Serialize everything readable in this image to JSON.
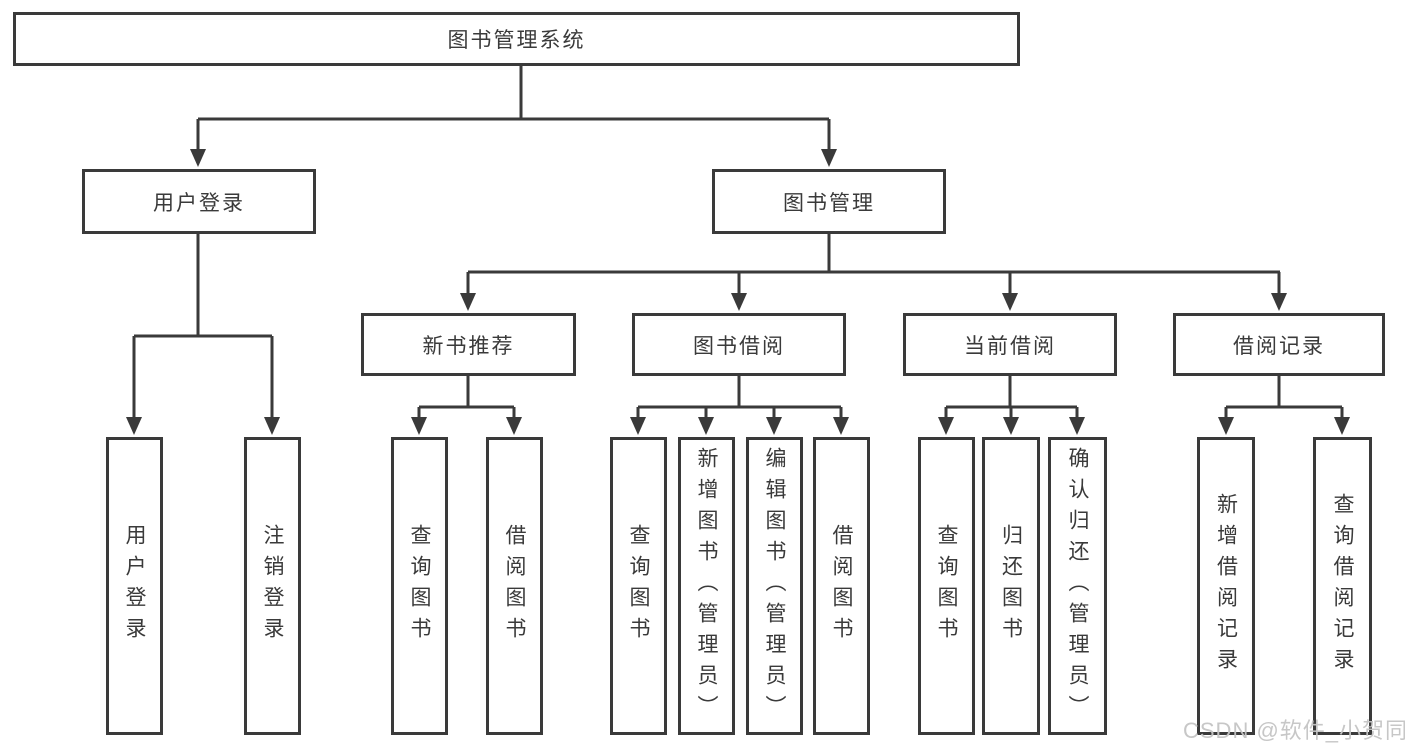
{
  "tree": {
    "root": {
      "label": "图书管理系统"
    },
    "branches": [
      {
        "label": "用户登录",
        "leaves": [
          {
            "label": "用户登录"
          },
          {
            "label": "注销登录"
          }
        ]
      },
      {
        "label": "图书管理",
        "groups": [
          {
            "label": "新书推荐",
            "leaves": [
              {
                "label": "查询图书"
              },
              {
                "label": "借阅图书"
              }
            ]
          },
          {
            "label": "图书借阅",
            "leaves": [
              {
                "label": "查询图书"
              },
              {
                "label": "新增图书（管理员）"
              },
              {
                "label": "编辑图书（管理员）"
              },
              {
                "label": "借阅图书"
              }
            ]
          },
          {
            "label": "当前借阅",
            "leaves": [
              {
                "label": "查询图书"
              },
              {
                "label": "归还图书"
              },
              {
                "label": "确认归还（管理员）"
              }
            ]
          },
          {
            "label": "借阅记录",
            "leaves": [
              {
                "label": "新增借阅记录"
              },
              {
                "label": "查询借阅记录"
              }
            ]
          }
        ]
      }
    ]
  },
  "watermark": {
    "text": "CSDN @软件_小贺同学"
  },
  "colors": {
    "line": "#3a3a3a",
    "box_border": "#3a3a3a",
    "text": "#3a3a3a",
    "watermark": "#c4c4c4",
    "background": "#ffffff"
  }
}
